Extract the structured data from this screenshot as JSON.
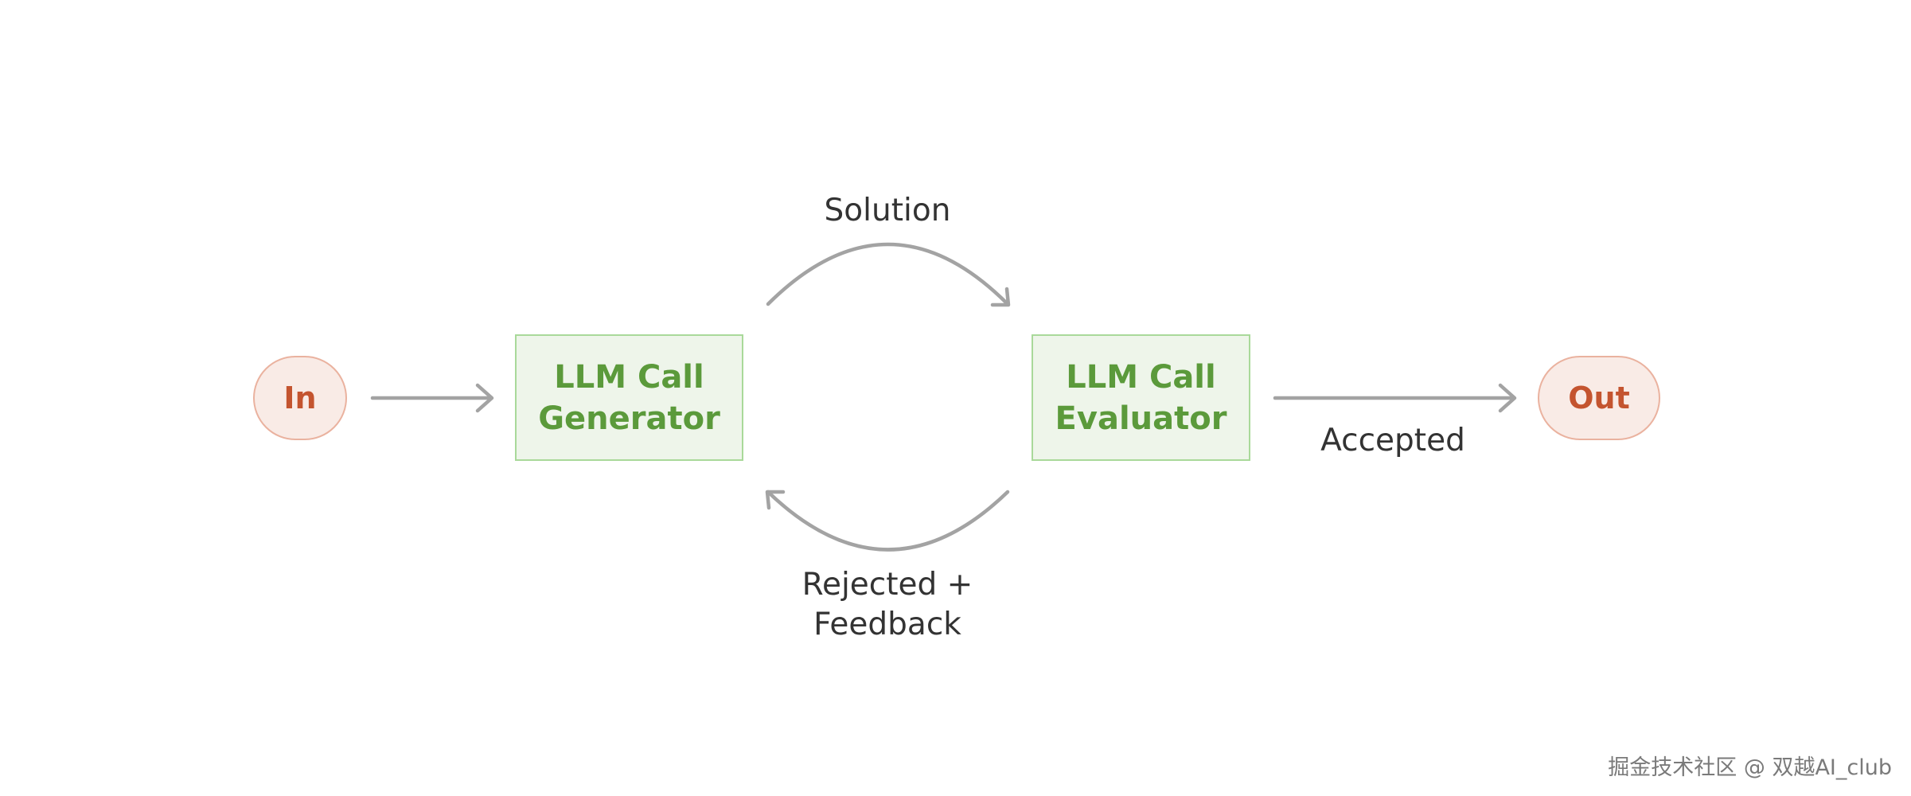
{
  "diagram": {
    "nodes": {
      "input": "In",
      "output": "Out",
      "generator": {
        "line1": "LLM Call",
        "line2": "Generator"
      },
      "evaluator": {
        "line1": "LLM Call",
        "line2": "Evaluator"
      }
    },
    "edges": {
      "solution": "Solution",
      "accepted": "Accepted",
      "rejected": {
        "line1": "Rejected +",
        "line2": "Feedback"
      }
    },
    "colors": {
      "io_fill": "#f9ebe6",
      "io_border": "#eab29f",
      "io_text": "#c4542f",
      "llm_fill": "#eef5ea",
      "llm_border": "#a9d99a",
      "llm_text": "#5b9a3b",
      "arrow": "#a3a3a3",
      "label_text": "#333333"
    }
  },
  "watermark": "掘金技术社区 @ 双越AI_club"
}
